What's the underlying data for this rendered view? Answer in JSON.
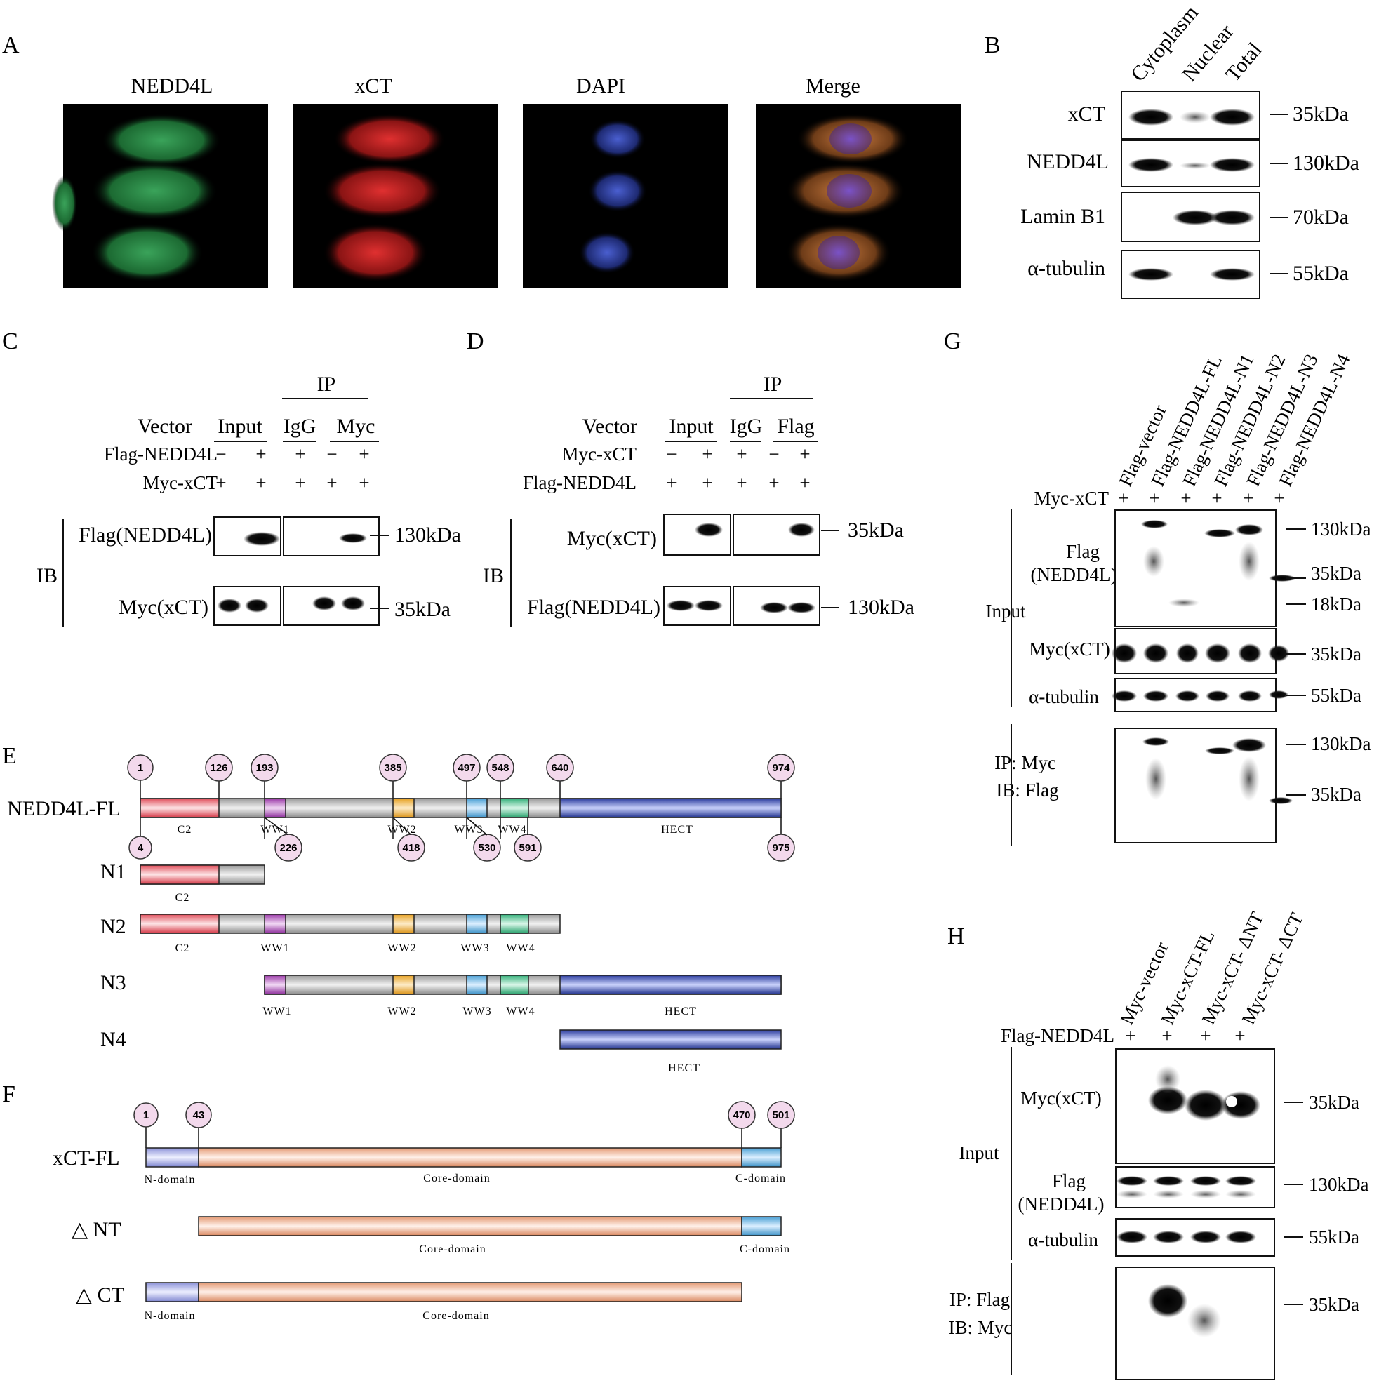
{
  "panels": {
    "A": "A",
    "B": "B",
    "C": "C",
    "D": "D",
    "E": "E",
    "F": "F",
    "G": "G",
    "H": "H"
  },
  "A": {
    "labels": [
      "NEDD4L",
      "xCT",
      "DAPI",
      "Merge"
    ]
  },
  "B": {
    "lanes": [
      "Cytoplasm",
      "Nuclear",
      "Total"
    ],
    "rows": [
      "xCT",
      "NEDD4L",
      "Lamin B1",
      "α-tubulin"
    ],
    "sizes": [
      "35kDa",
      "130kDa",
      "70kDa",
      "55kDa"
    ]
  },
  "C": {
    "ip": "IP",
    "headers": [
      "Vector",
      "Input",
      "IgG",
      "Myc"
    ],
    "row2_label": "Flag-NEDD4L",
    "row2": [
      "−",
      "+",
      "+",
      "−",
      "+"
    ],
    "row3_label": "Myc-xCT",
    "row3": [
      "+",
      "+",
      "+",
      "+",
      "+"
    ],
    "ib": "IB",
    "blots": [
      "Flag(NEDD4L)",
      "Myc(xCT)"
    ],
    "sizes": [
      "130kDa",
      "35kDa"
    ]
  },
  "D": {
    "ip": "IP",
    "headers": [
      "Vector",
      "Input",
      "IgG",
      "Flag"
    ],
    "row2_label": "Myc-xCT",
    "row2": [
      "−",
      "+",
      "+",
      "−",
      "+"
    ],
    "row3_label": "Flag-NEDD4L",
    "row3": [
      "+",
      "+",
      "+",
      "+",
      "+"
    ],
    "ib": "IB",
    "blots": [
      "Myc(xCT)",
      "Flag(NEDD4L)"
    ],
    "sizes": [
      "35kDa",
      "130kDa"
    ]
  },
  "E": {
    "fl_label": "NEDD4L-FL",
    "top_nums": [
      "1",
      "126",
      "193",
      "385",
      "497",
      "548",
      "640",
      "974"
    ],
    "bot_nums": [
      "4",
      "226",
      "418",
      "530",
      "591",
      "975"
    ],
    "domains": {
      "c2": "C2",
      "ww1": "WW1",
      "ww2": "WW2",
      "ww3": "WW3",
      "ww4": "WW4",
      "hect": "HECT"
    },
    "constructs": [
      "N1",
      "N2",
      "N3",
      "N4"
    ]
  },
  "F": {
    "fl_label": "xCT-FL",
    "nums": [
      "1",
      "43",
      "470",
      "501"
    ],
    "domains": {
      "n": "N-domain",
      "core": "Core-domain",
      "c": "C-domain"
    },
    "constructs": [
      "△ NT",
      "△ CT"
    ]
  },
  "G": {
    "lanes": [
      "Flag-vector",
      "Flag-NEDD4L-FL",
      "Flag-NEDD4L-N1",
      "Flag-NEDD4L-N2",
      "Flag-NEDD4L-N3",
      "Flag-NEDD4L-N4"
    ],
    "myc_label": "Myc-xCT",
    "plus": "+",
    "input": "Input",
    "flag1": "Flag",
    "flag2": "(NEDD4L)",
    "myc": "Myc(xCT)",
    "tub": "α-tubulin",
    "ip1": "IP: Myc",
    "ip2": "IB: Flag",
    "sizes": [
      "130kDa",
      "35kDa",
      "18kDa",
      "35kDa",
      "55kDa",
      "130kDa",
      "35kDa"
    ]
  },
  "H": {
    "lanes": [
      "Myc-vector",
      "Myc-xCT-FL",
      "Myc-xCT- ΔNT",
      "Myc-xCT- ΔCT"
    ],
    "flag_label": "Flag-NEDD4L",
    "plus": "+",
    "input": "Input",
    "myc": "Myc(xCT)",
    "flag1": "Flag",
    "flag2": "(NEDD4L)",
    "tub": "α-tubulin",
    "ip1": "IP: Flag",
    "ip2": "IB: Myc",
    "sizes": [
      "35kDa",
      "130kDa",
      "55kDa",
      "35kDa"
    ]
  }
}
